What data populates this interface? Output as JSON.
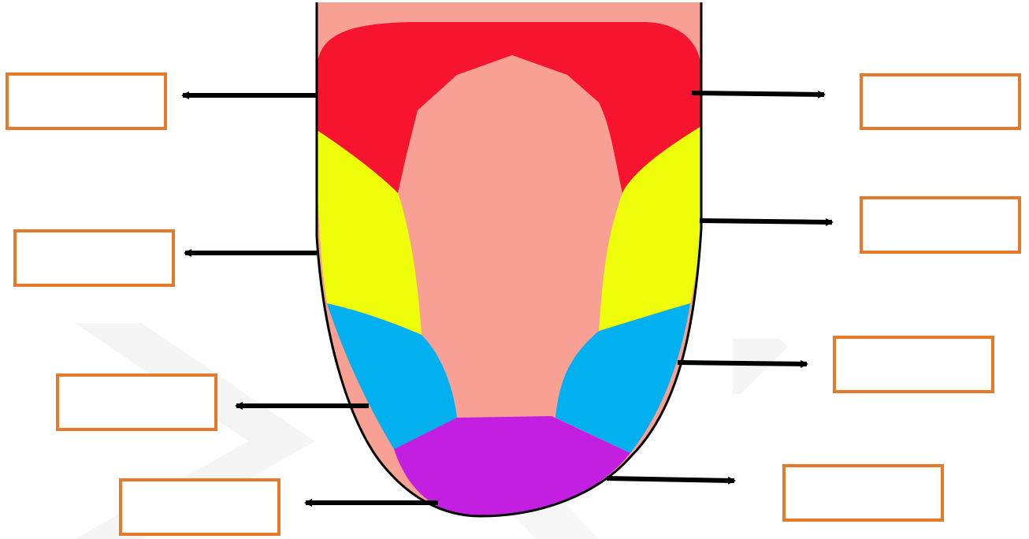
{
  "diagram": {
    "regions": [
      {
        "name": "back-region",
        "color": "#f7142f"
      },
      {
        "name": "side-region",
        "color": "#eefd0a"
      },
      {
        "name": "front-side-region",
        "color": "#00b0ef"
      },
      {
        "name": "tip-region",
        "color": "#c21fe0"
      },
      {
        "name": "center-region",
        "color": "#f7a093"
      }
    ],
    "label_boxes": {
      "left": [
        "",
        "",
        "",
        ""
      ],
      "right": [
        "",
        "",
        "",
        ""
      ]
    },
    "colors": {
      "box_border": "#e8782a",
      "arrow": "#000000",
      "watermark": "#eeeeee"
    }
  }
}
